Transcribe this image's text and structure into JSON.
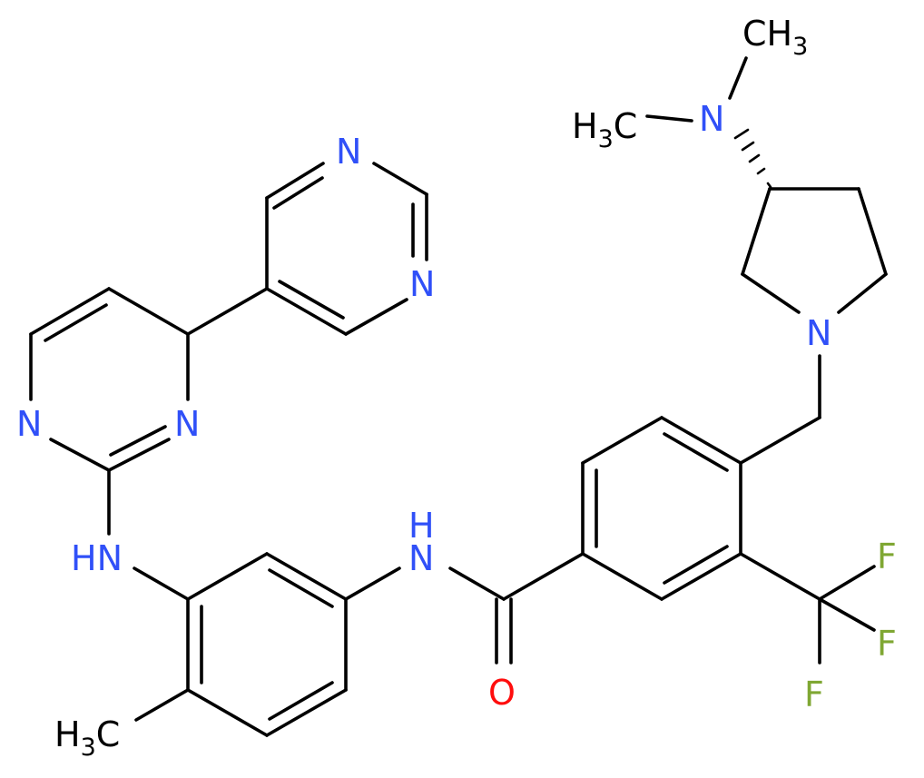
{
  "colors": {
    "background": "#FFFFFF",
    "bond": "#000000",
    "nitrogen": "#3050F8",
    "oxygen": "#FF0D0D",
    "fluorine": "#7FA733",
    "carbon": "#000000"
  },
  "atoms": {
    "ch3_top": {
      "main": "CH",
      "sub": "3"
    },
    "h3c_left": {
      "main": "H",
      "sub": "3",
      "tail": "C"
    },
    "n_dimethylamino": "N",
    "n_pyrrolidine": "N",
    "n_pyr_top": "N",
    "n_pyr_right": "N",
    "n_pym_right": "N",
    "n_pym_left": "N",
    "nh_linker_left": "HN",
    "nh_amide": {
      "n": "N",
      "h": "H"
    },
    "o_carbonyl": "O",
    "f1": "F",
    "f2": "F",
    "f3": "F",
    "h3c_bottom": {
      "main": "H",
      "sub": "3",
      "tail": "C"
    }
  }
}
